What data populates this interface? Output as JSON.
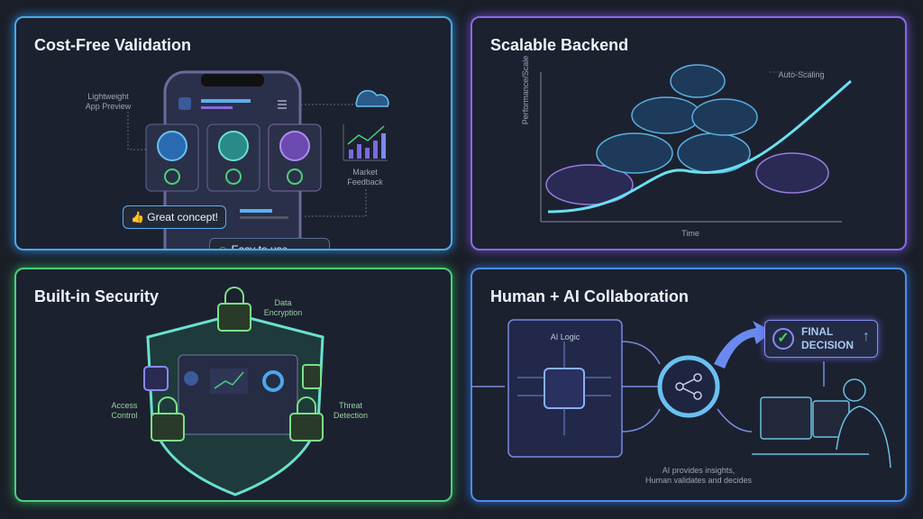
{
  "panels": {
    "validation": {
      "title": "Cost-Free Validation",
      "app_preview_label": "Lightweight App Preview",
      "market_feedback_label": "Market Feedback",
      "comment_1": "Great concept!",
      "comment_2": "Easy to use",
      "accent": "#4aa8e8"
    },
    "backend": {
      "title": "Scalable Backend",
      "y_axis_label": "Performance/Scale",
      "x_axis_label": "Time",
      "curve_label": "Auto-Scaling",
      "accent": "#8a6ae0"
    },
    "security": {
      "title": "Built-in Security",
      "data_encryption_label": "Data Encryption",
      "access_control_label": "Access Control",
      "threat_detection_label": "Threat Detection",
      "accent": "#4cd07a"
    },
    "collaboration": {
      "title": "Human + AI Collaboration",
      "ai_logic_label": "AI Logic",
      "final_decision_label": "FINAL DECISION",
      "caption_line1": "AI provides insights,",
      "caption_line2": "Human validates and decides",
      "accent": "#4a8ee8"
    }
  }
}
